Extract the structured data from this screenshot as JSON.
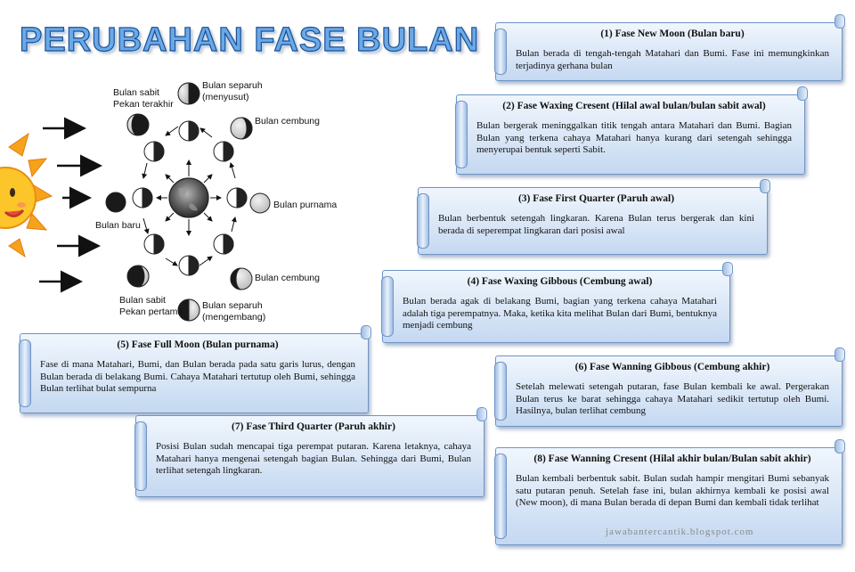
{
  "title": "PERUBAHAN FASE BULAN",
  "diagram_labels": {
    "waning_crescent": [
      "Bulan sabit",
      "Pekan terakhir"
    ],
    "third_quarter": [
      "Bulan separuh",
      "(menyusut)"
    ],
    "waning_gibbous": "Bulan cembung",
    "full_moon": "Bulan purnama",
    "waxing_gibbous": "Bulan cembung",
    "first_quarter": [
      "Bulan separuh",
      "(mengembang)"
    ],
    "waxing_crescent": [
      "Bulan sabit",
      "Pekan pertama"
    ],
    "new_moon": "Bulan baru"
  },
  "cards": [
    {
      "title": "(1) Fase New Moon (Bulan baru)",
      "body": "Bulan berada di tengah-tengah Matahari dan Bumi. Fase ini memungkinkan terjadinya gerhana bulan"
    },
    {
      "title": "(2) Fase Waxing Cresent (Hilal awal bulan/bulan sabit awal)",
      "body": "Bulan bergerak meninggalkan titik tengah antara Matahari dan Bumi. Bagian Bulan yang terkena cahaya Matahari hanya kurang dari setengah sehingga menyerupai bentuk seperti Sabit."
    },
    {
      "title": "(3) Fase First Quarter (Paruh awal)",
      "body": "Bulan berbentuk setengah lingkaran. Karena Bulan terus bergerak dan kini berada di seperempat lingkaran  dari posisi awal"
    },
    {
      "title": "(4) Fase Waxing Gibbous (Cembung awal)",
      "body": "Bulan berada agak di belakang Bumi, bagian yang terkena cahaya Matahari adalah tiga perempatnya. Maka, ketika kita melihat Bulan dari Bumi, bentuknya menjadi cembung"
    },
    {
      "title": "(5) Fase Full Moon (Bulan purnama)",
      "body": "Fase di mana Matahari, Bumi, dan Bulan berada pada satu garis lurus, dengan Bulan berada di belakang Bumi. Cahaya Matahari tertutup oleh Bumi, sehingga Bulan terlihat bulat sempurna"
    },
    {
      "title": "(6) Fase Wanning Gibbous (Cembung akhir)",
      "body": "Setelah melewati setengah putaran, fase Bulan kembali ke awal. Pergerakan Bulan terus ke barat sehingga cahaya Matahari sedikit tertutup oleh Bumi. Hasilnya, bulan terlihat cembung"
    },
    {
      "title": "(7) Fase Third Quarter (Paruh akhir)",
      "body": "Posisi Bulan sudah mencapai tiga perempat putaran. Karena letaknya, cahaya Matahari hanya mengenai setengah bagian Bulan. Sehingga dari Bumi, Bulan terlihat setengah lingkaran."
    },
    {
      "title": "(8) Fase Wanning Cresent (Hilal akhir bulan/Bulan sabit akhir)",
      "body": "Bulan kembali berbentuk sabit. Bulan sudah hampir mengitari Bumi sebanyak satu putaran penuh. Setelah fase ini, bulan akhirnya kembali ke posisi awal (New moon), di mana Bulan berada di depan Bumi dan kembali tidak terlihat"
    }
  ],
  "watermark": "jawabantercantik.blogspot.com",
  "colors": {
    "title": "#6aa9e6",
    "title_stroke": "#1c4f96",
    "card_border": "#6f95c6",
    "sun": "#f7a21b"
  }
}
